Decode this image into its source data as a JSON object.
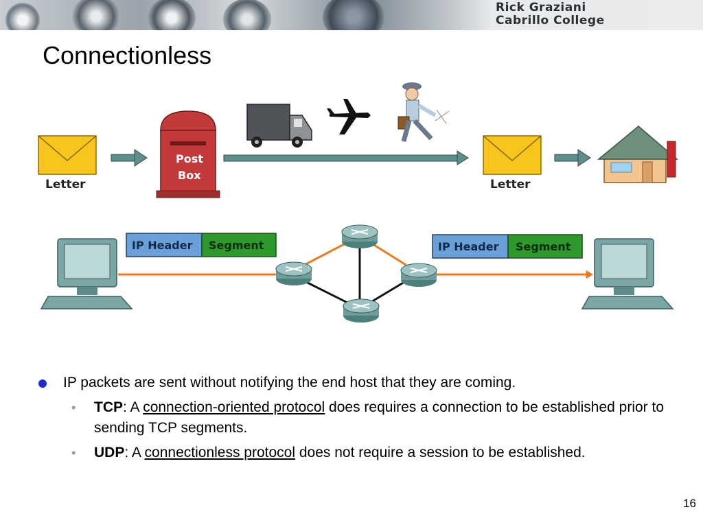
{
  "banner": {
    "line1": "Rick Graziani",
    "line2": "Cabrillo College"
  },
  "slide": {
    "title": "Connectionless",
    "page_number": "16"
  },
  "illustration": {
    "letter_label_left": "Letter",
    "post_box_line1": "Post",
    "post_box_line2": "Box",
    "letter_label_right": "Letter"
  },
  "packet_left": {
    "header": "IP Header",
    "segment": "Segment"
  },
  "packet_right": {
    "header": "IP Header",
    "segment": "Segment"
  },
  "colors": {
    "arrow_teal": "#5f8f8c",
    "ip_header_blue": "#6a9fd8",
    "segment_green": "#2e9a2e",
    "orange_path": "#ec7a1c",
    "bullet_blue": "#1a2ad1"
  },
  "bullets": {
    "main": "IP packets are sent without notifying the end host that they are coming.",
    "tcp": {
      "term": "TCP",
      "pre": ": A ",
      "link": "connection-oriented protocol",
      "post": " does requires a connection to be established prior to sending TCP segments."
    },
    "udp": {
      "term": "UDP",
      "pre": ": A ",
      "link": "connectionless protocol",
      "post": " does not require a session to be established."
    }
  }
}
